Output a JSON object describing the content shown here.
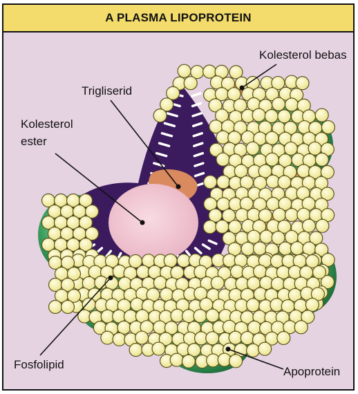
{
  "title": "A PLASMA LIPOPROTEIN",
  "labels": {
    "free_cholesterol": "Kolesterol bebas",
    "triglyceride": "Trigliserid",
    "cholesterol_ester_line1": "Kolesterol",
    "cholesterol_ester_line2": "ester",
    "phospholipid": "Fosfolipid",
    "apoprotein": "Apoprotein"
  },
  "colors": {
    "background": "#e6d3e2",
    "title_bar": "#f3dc6c",
    "phospholipid_head": "#f3f0a8",
    "apoprotein": "#2f9a55",
    "core": "#3b1a5e",
    "cholesterol_ester": "#f0c3cf",
    "triglyceride": "#d98a5e"
  }
}
